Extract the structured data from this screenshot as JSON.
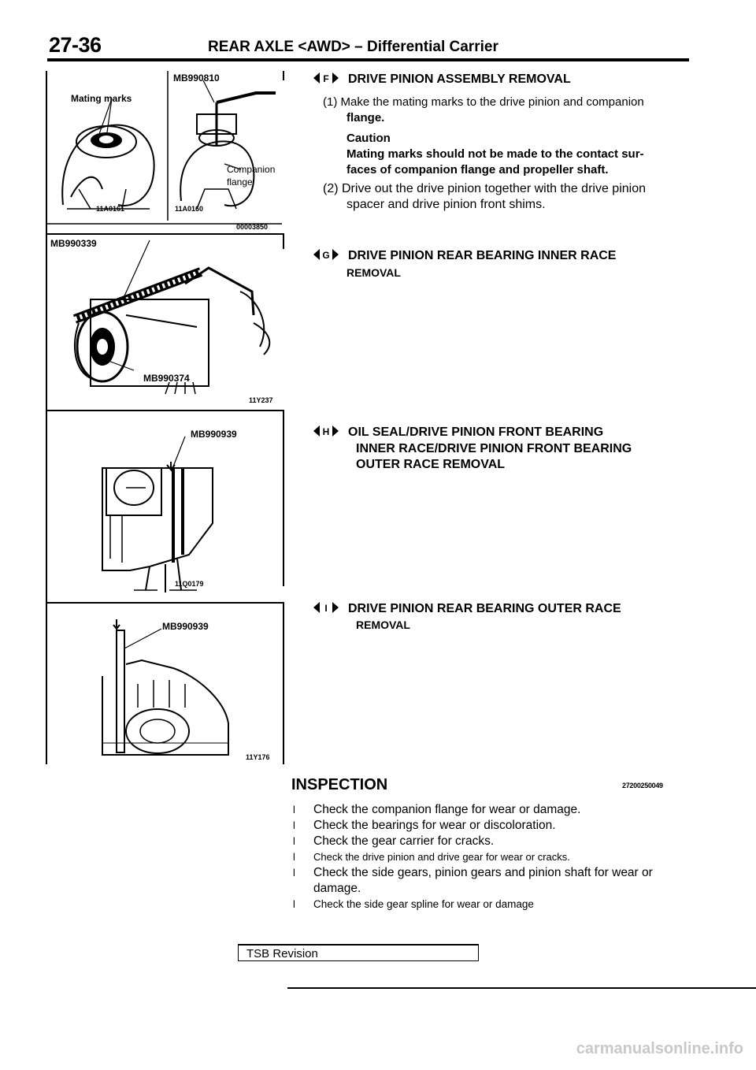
{
  "header": {
    "page_number": "27-36",
    "title": "REAR AXLE <AWD> – Differential Carrier"
  },
  "figures": {
    "fig1": {
      "left_label": "Mating marks",
      "left_code": "11A0161",
      "tool": "MB990810",
      "right_label_1": "Companion",
      "right_label_2": "flange",
      "right_code": "11A0160",
      "ref": "00003850"
    },
    "fig2": {
      "tool_1": "MB990339",
      "tool_2": "MB990374",
      "code": "11Y237"
    },
    "fig3": {
      "tool": "MB990939",
      "code": "11Q0179"
    },
    "fig4": {
      "tool": "MB990939",
      "code": "11Y176"
    }
  },
  "sections": {
    "F": {
      "letter": "F",
      "heading": "DRIVE PINION ASSEMBLY REMOVAL",
      "step1_a": "(1) Make the mating marks to the drive pinion and companion",
      "step1_b": "flange.",
      "caution_title": "Caution",
      "caution_a": "Mating marks should not be made to the contact sur-",
      "caution_b": "faces of companion flange and propeller shaft.",
      "step2_a": "(2) Drive out the drive pinion together with the drive pinion",
      "step2_b": "spacer and drive pinion front shims."
    },
    "G": {
      "letter": "G",
      "heading_a": "DRIVE PINION REAR BEARING INNER RACE",
      "heading_b": "REMOVAL"
    },
    "H": {
      "letter": "H",
      "heading_a": "OIL SEAL/DRIVE PINION FRONT BEARING",
      "heading_b": "INNER RACE/DRIVE PINION FRONT BEARING",
      "heading_c": "OUTER RACE REMOVAL"
    },
    "I": {
      "letter": "I",
      "heading_a": "DRIVE PINION REAR BEARING OUTER RACE",
      "heading_b": "REMOVAL"
    }
  },
  "inspection": {
    "title": "INSPECTION",
    "code": "27200250049",
    "bullet_glyph": "l",
    "items": [
      "Check the companion flange for wear or damage.",
      "Check the bearings for wear or discoloration.",
      "Check the gear carrier for cracks.",
      "Check the drive pinion and drive gear for wear or cracks.",
      "Check the side gears, pinion gears and pinion shaft for wear or damage.",
      "Check the side gear spline for wear or damage"
    ]
  },
  "footer": {
    "tsb": "TSB Revision",
    "watermark": "carmanualsonline.info"
  }
}
